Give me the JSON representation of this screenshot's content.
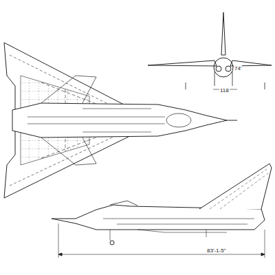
{
  "diagram": {
    "labels": [
      "74'",
      "118",
      "83'-1-5\""
    ]
  }
}
